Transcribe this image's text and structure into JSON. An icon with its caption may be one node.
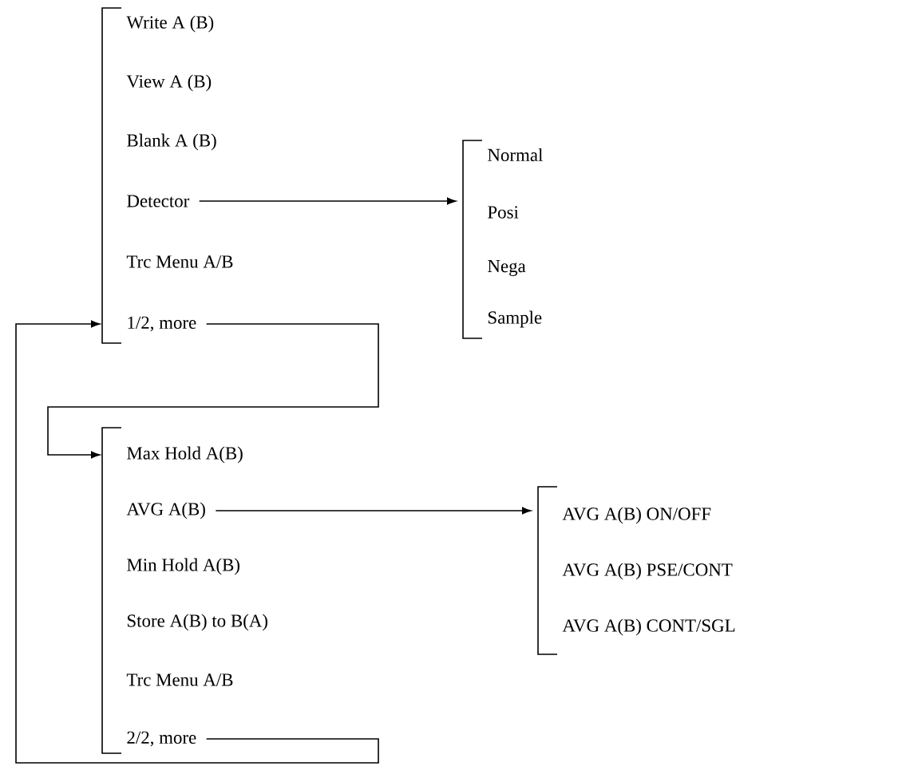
{
  "diagram": {
    "nodes": [
      {
        "text": [],
        "shape": "bracket"
      },
      {
        "text": [
          "Write A (B)"
        ]
      },
      {
        "text": [
          "View A (B)"
        ]
      },
      {
        "text": [
          "Blank A (B)"
        ]
      },
      {
        "text": [
          "Detector"
        ]
      },
      {
        "text": [
          "Trc Menu A/B"
        ]
      },
      {
        "text": [
          "1/2, more"
        ]
      },
      {
        "text": [],
        "shape": "bracket"
      },
      {
        "text": [
          "Normal"
        ]
      },
      {
        "text": [
          "Posi"
        ]
      },
      {
        "text": [
          "Nega"
        ]
      },
      {
        "text": [
          "Sample"
        ]
      },
      {
        "text": [],
        "shape": "bracket"
      },
      {
        "text": [
          "Max Hold  A(B)"
        ]
      },
      {
        "text": [
          "AVG A(B)"
        ]
      },
      {
        "text": [
          "Min Hold  A(B)"
        ]
      },
      {
        "text": [
          "Store A(B) to B(A)"
        ]
      },
      {
        "text": [
          "Trc Menu A/B"
        ]
      },
      {
        "text": [
          "2/2, more"
        ]
      },
      {
        "text": [],
        "shape": "bracket"
      },
      {
        "text": [
          "AVG A(B) ON/OFF"
        ]
      },
      {
        "text": [
          "AVG A(B) PSE/CONT"
        ]
      },
      {
        "text": [
          "AVG A(B) CONT/SGL"
        ]
      }
    ],
    "edges": [
      {
        "from": 4,
        "to": 7,
        "arrow": "to"
      },
      {
        "from": 6,
        "to": 12,
        "arrow": "to"
      },
      {
        "from": 14,
        "to": 19,
        "arrow": "to"
      },
      {
        "from": 18,
        "to": 0,
        "arrow": "to"
      }
    ]
  }
}
